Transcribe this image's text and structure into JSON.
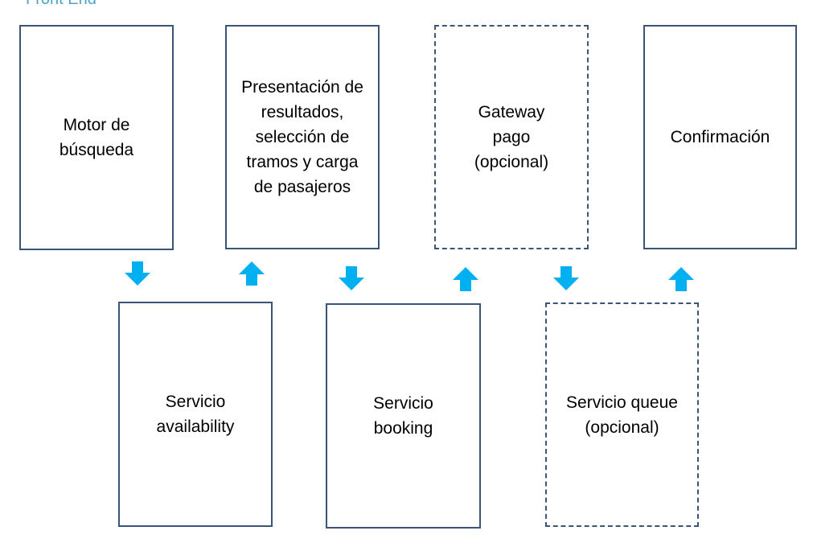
{
  "diagram": {
    "title": "Front End",
    "top_row": [
      {
        "id": "motor",
        "label": "Motor de búsqueda",
        "style": "solid"
      },
      {
        "id": "presentacion",
        "label": "Presentación de resultados, selección de tramos y carga de pasajeros",
        "style": "solid"
      },
      {
        "id": "gateway",
        "label": "Gateway pago (opcional)",
        "style": "dashed"
      },
      {
        "id": "confirmacion",
        "label": "Confirmación",
        "style": "solid"
      }
    ],
    "bottom_row": [
      {
        "id": "availability",
        "label": "Servicio availability",
        "style": "solid"
      },
      {
        "id": "booking",
        "label": "Servicio booking",
        "style": "solid"
      },
      {
        "id": "queue",
        "label": "Servicio queue (opcional)",
        "style": "dashed"
      }
    ],
    "arrows": [
      {
        "from": "motor",
        "to": "availability",
        "direction": "down"
      },
      {
        "from": "availability",
        "to": "presentacion",
        "direction": "up"
      },
      {
        "from": "presentacion",
        "to": "booking",
        "direction": "down"
      },
      {
        "from": "booking",
        "to": "gateway",
        "direction": "up"
      },
      {
        "from": "gateway",
        "to": "queue",
        "direction": "down"
      },
      {
        "from": "queue",
        "to": "confirmacion",
        "direction": "up"
      }
    ],
    "colors": {
      "box_border": "#3a5676",
      "arrow": "#00b0f0",
      "title": "#4aa3c8"
    }
  }
}
